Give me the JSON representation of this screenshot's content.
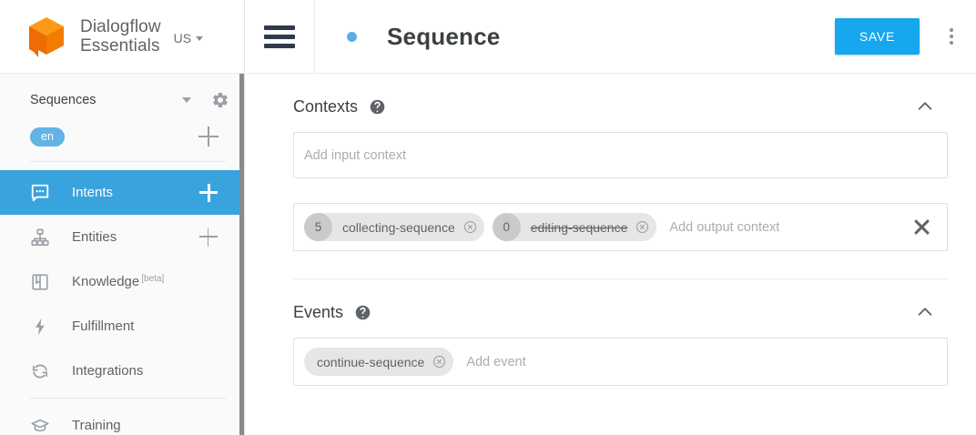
{
  "brand": {
    "name": "Dialogflow\nEssentials",
    "logo_icon": "dialogflow-cube-icon",
    "region": "US",
    "logo_color_light": "#FB9A16",
    "logo_color_dark": "#ED6C05"
  },
  "sidebar": {
    "agent": {
      "name": "Sequences",
      "settings_icon": "gear-icon",
      "caret_icon": "caret-down-icon"
    },
    "language": {
      "code": "en",
      "add_icon": "plus-icon",
      "chip_color": "#61b4e4"
    },
    "items": [
      {
        "label": "Intents",
        "icon": "chat-bubble-icon",
        "active": true,
        "add": true,
        "beta": ""
      },
      {
        "label": "Entities",
        "icon": "sitemap-icon",
        "active": false,
        "add": true,
        "beta": ""
      },
      {
        "label": "Knowledge",
        "icon": "book-icon",
        "active": false,
        "add": false,
        "beta": "[beta]"
      },
      {
        "label": "Fulfillment",
        "icon": "lightning-icon",
        "active": false,
        "add": false,
        "beta": ""
      },
      {
        "label": "Integrations",
        "icon": "sync-arrows-icon",
        "active": false,
        "add": false,
        "beta": ""
      },
      {
        "label": "Training",
        "icon": "graduation-cap-icon",
        "active": false,
        "add": false,
        "beta": ""
      }
    ],
    "active_color": "#39a3dd"
  },
  "header": {
    "menu_icon": "hamburger-menu-icon",
    "status_dot": "status-dot-icon",
    "title": "Sequence",
    "save_label": "SAVE",
    "save_color": "#16a7ef",
    "overflow_icon": "kebab-menu-icon"
  },
  "sections": {
    "contexts": {
      "title": "Contexts",
      "help_icon": "help-circle-icon",
      "collapse_icon": "chevron-up-icon",
      "input_placeholder": "Add input context",
      "output_placeholder": "Add output context",
      "clear_icon": "close-x-icon",
      "output_chips": [
        {
          "lifespan": "5",
          "name": "collecting-sequence",
          "struck": false,
          "remove_icon": "chip-remove-icon"
        },
        {
          "lifespan": "0",
          "name": "editing-sequence",
          "struck": true,
          "remove_icon": "chip-remove-icon"
        }
      ]
    },
    "events": {
      "title": "Events",
      "help_icon": "help-circle-icon",
      "collapse_icon": "chevron-up-icon",
      "placeholder": "Add event",
      "chips": [
        {
          "name": "continue-sequence",
          "remove_icon": "chip-remove-icon"
        }
      ]
    }
  }
}
